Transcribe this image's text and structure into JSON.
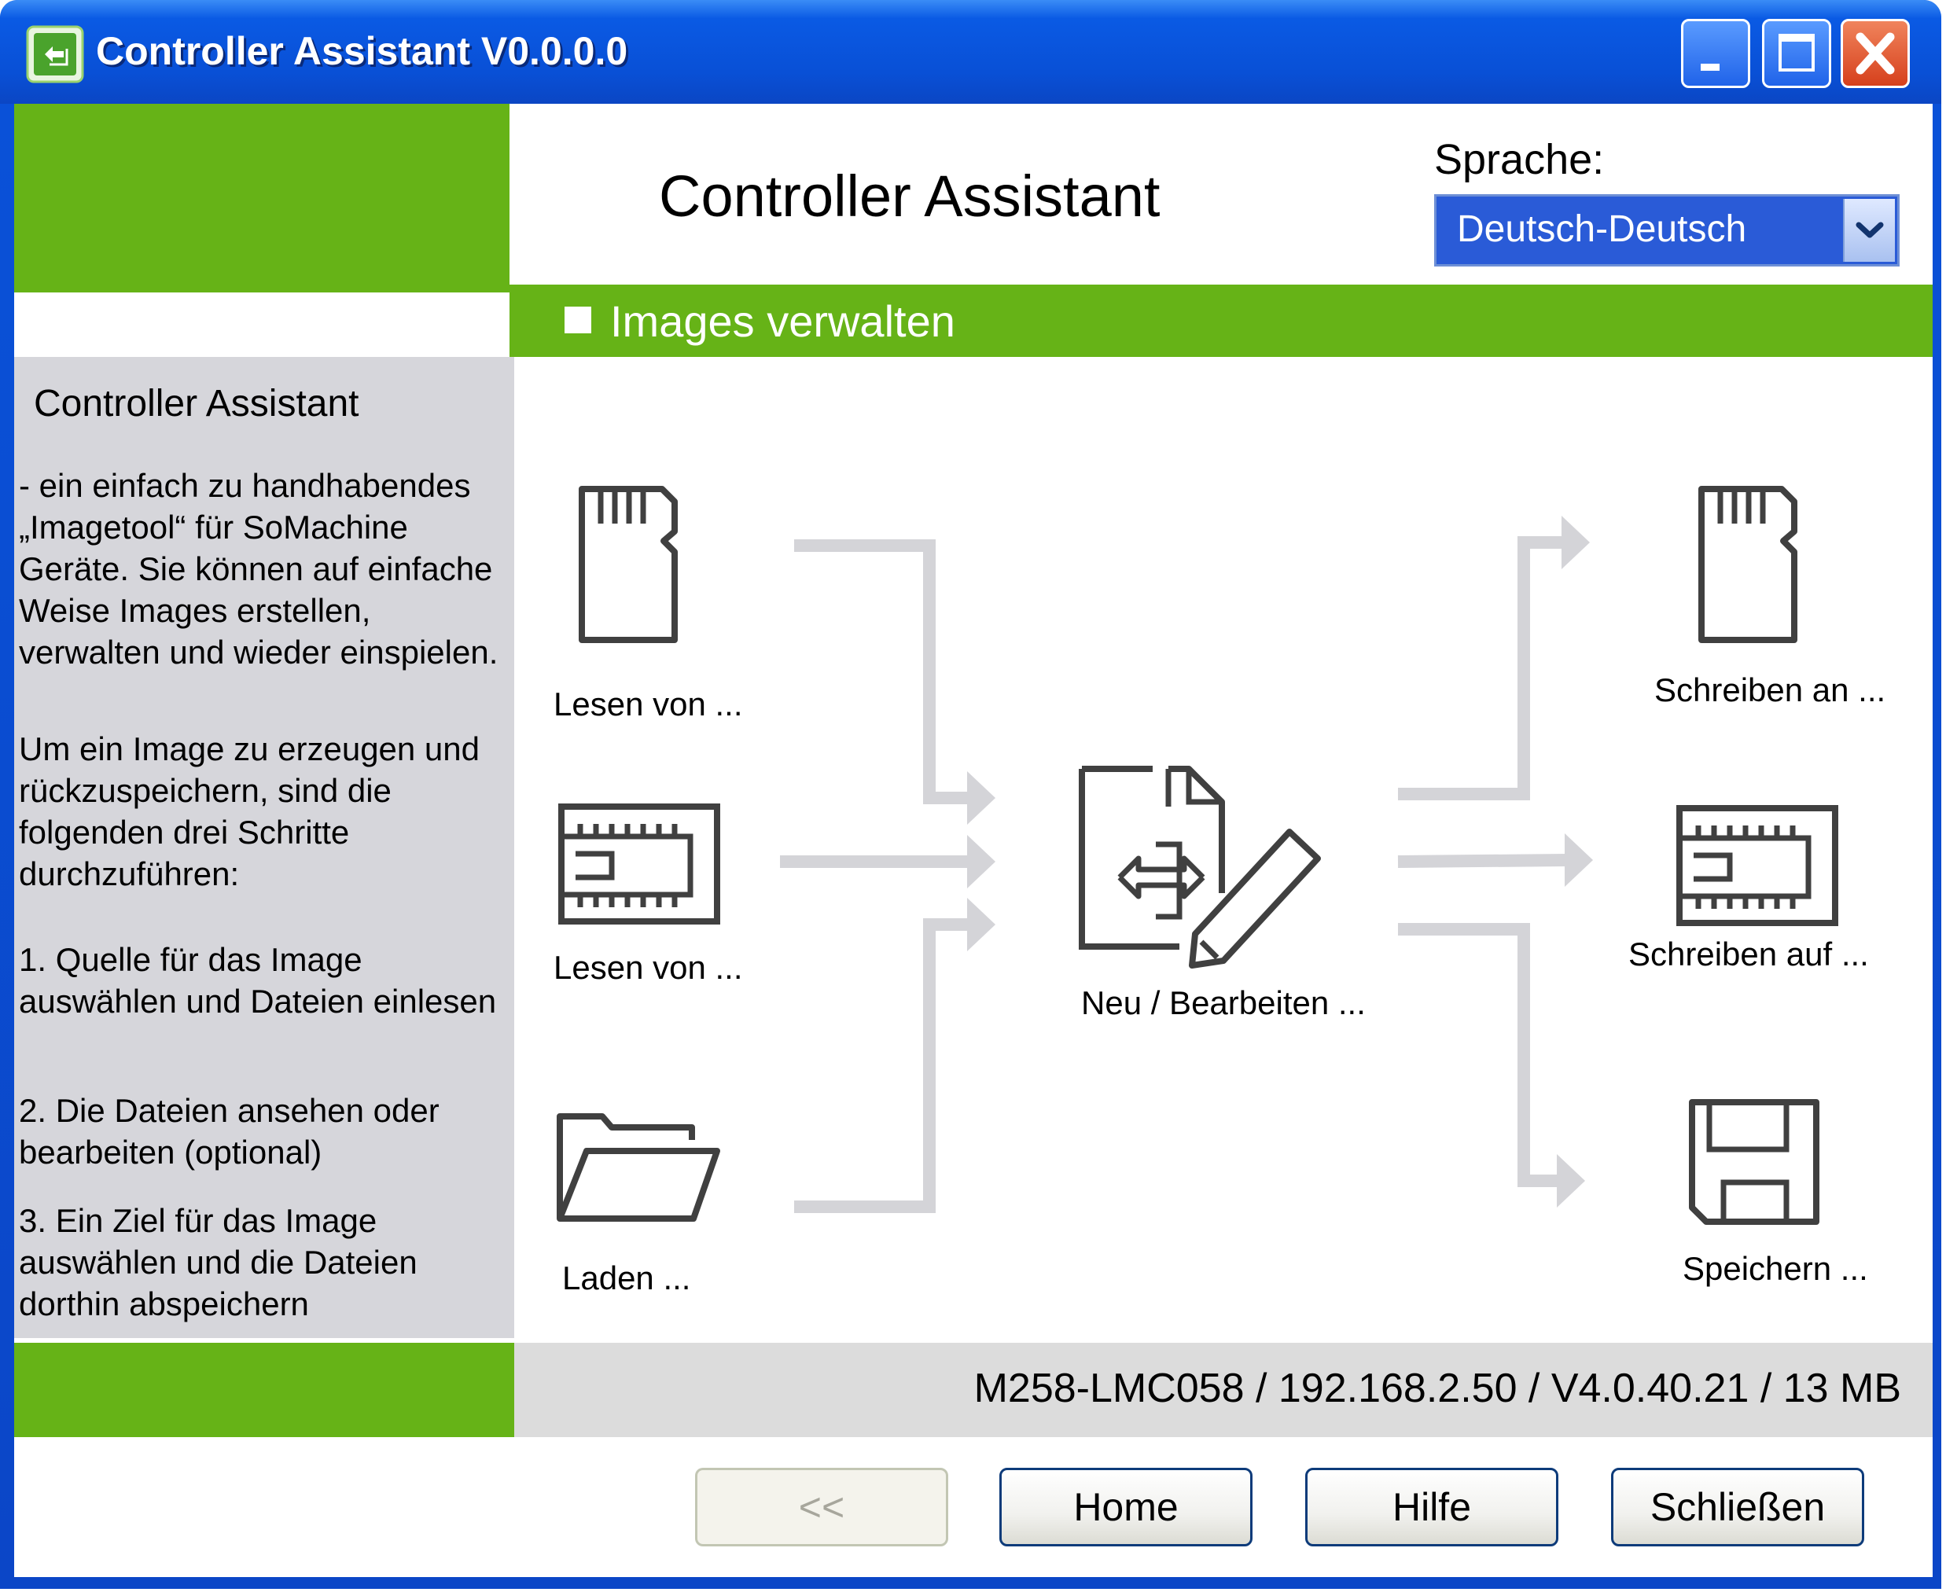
{
  "window": {
    "title": "Controller Assistant V0.0.0.0"
  },
  "header": {
    "title": "Controller Assistant",
    "language_label": "Sprache:",
    "language_value": "Deutsch-Deutsch"
  },
  "section": {
    "title": "Images verwalten"
  },
  "sidebar": {
    "title": "Controller Assistant",
    "intro": "- ein einfach zu handhabendes „Imagetool“ für SoMachine Geräte. Sie können auf einfache Weise Images erstellen, verwalten und wieder einspielen.",
    "steps_intro": "Um ein Image zu erzeugen und rückzuspeichern, sind die folgenden drei Schritte durchzuführen:",
    "step1": "1. Quelle für das Image auswählen und Dateien einlesen",
    "step2": "2. Die Dateien ansehen oder bearbeiten (optional)",
    "step3": "3. Ein Ziel für das Image auswählen und die Dateien dorthin abspeichern"
  },
  "sources": [
    {
      "label": "Lesen von ...",
      "icon": "sd-card-icon"
    },
    {
      "label": "Lesen von ...",
      "icon": "controller-memory-icon"
    },
    {
      "label": "Laden ...",
      "icon": "folder-open-icon"
    }
  ],
  "center": {
    "label": "Neu / Bearbeiten ...",
    "icon": "edit-image-icon"
  },
  "targets": [
    {
      "label": "Schreiben an ...",
      "icon": "sd-card-icon"
    },
    {
      "label": "Schreiben auf ...",
      "icon": "controller-memory-icon"
    },
    {
      "label": "Speichern ...",
      "icon": "floppy-disk-icon"
    }
  ],
  "status": {
    "text": "M258-LMC058 / 192.168.2.50 / V4.0.40.21 / 13 MB"
  },
  "buttons": {
    "back": "<<",
    "home": "Home",
    "help": "Hilfe",
    "close": "Schließen"
  },
  "colors": {
    "accent_green": "#66b317",
    "title_blue": "#0a5ae4",
    "sidebar_gray": "#d6d6db",
    "arrow_gray": "#d4d4d8"
  }
}
